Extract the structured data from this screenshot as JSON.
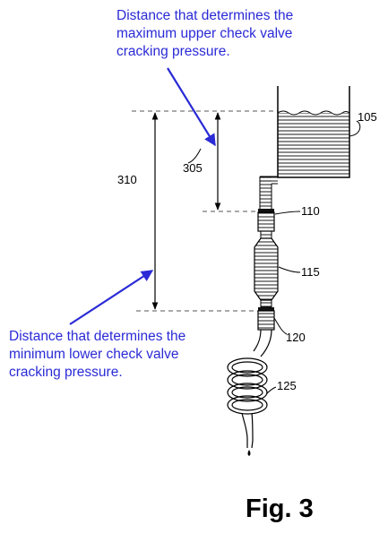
{
  "annotations": {
    "upper": {
      "lines": [
        "Distance that determines the",
        "maximum upper check valve",
        "cracking pressure."
      ],
      "color": "#2a2ad6"
    },
    "lower": {
      "lines": [
        "Distance that determines the",
        "minimum lower check valve",
        "cracking pressure."
      ],
      "color": "#2a2ad6"
    }
  },
  "refs": {
    "reservoir": "105",
    "upper_valve": "110",
    "body": "115",
    "lower_valve": "120",
    "coil": "125",
    "distance_upper": "305",
    "distance_lower": "310"
  },
  "figure_label": "Fig. 3"
}
